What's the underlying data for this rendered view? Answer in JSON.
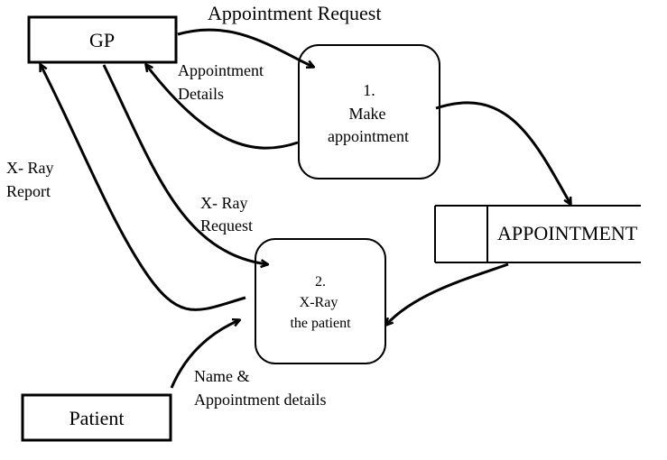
{
  "entities": {
    "gp": "GP",
    "patient": "Patient"
  },
  "processes": {
    "make_appointment": {
      "number": "1.",
      "line1": "Make",
      "line2": "appointment"
    },
    "xray_patient": {
      "number": "2.",
      "line1": "X-Ray",
      "line2": "the patient"
    }
  },
  "datastore": {
    "label": "APPOINTMENT"
  },
  "flows": {
    "appointment_request": "Appointment Request",
    "appointment_details_1": "Appointment",
    "appointment_details_2": "Details",
    "xray_report_1": "X- Ray",
    "xray_report_2": "Report",
    "xray_request_1": "X- Ray",
    "xray_request_2": "Request",
    "name_details_1": "Name &",
    "name_details_2": "Appointment details"
  }
}
